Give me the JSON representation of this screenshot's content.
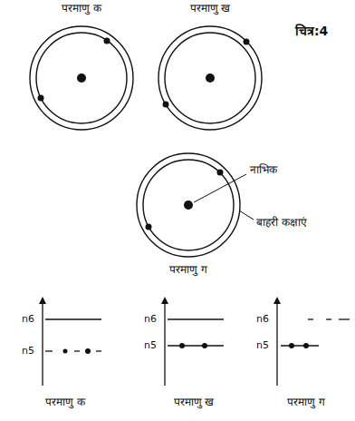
{
  "diagram": {
    "labels": [
      "परमाणु क",
      "परमाणु ख",
      "चित्र:4",
      "नाभिक",
      "बाहरी कक्षाएं",
      "परमाणु ग",
      "n6",
      "n5",
      "परमाणु क",
      "n6",
      "n5",
      "परमाणु ख",
      "n6",
      "n5",
      "परमाणु ग"
    ]
  }
}
